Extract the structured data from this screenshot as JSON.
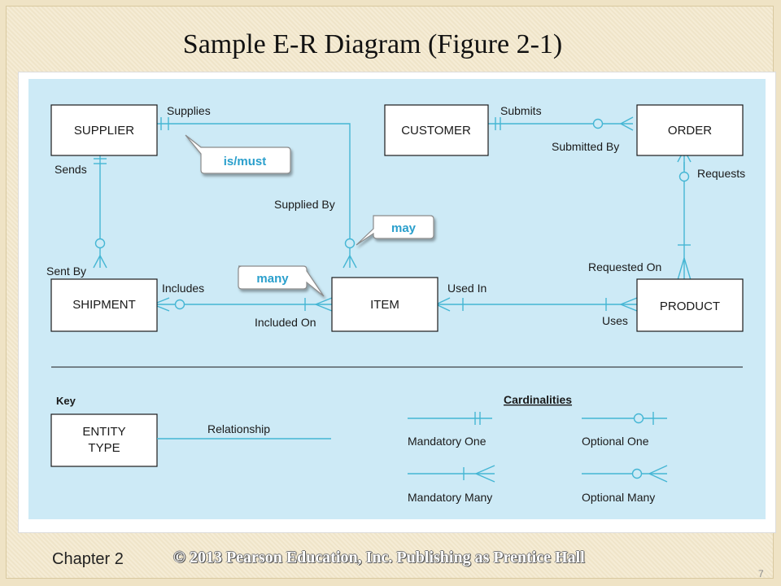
{
  "slide": {
    "title": "Sample E-R Diagram (Figure 2-1)",
    "chapter": "Chapter 2",
    "copyright": "© 2013 Pearson Education, Inc.  Publishing as Prentice Hall",
    "page_number": "7"
  },
  "diagram": {
    "entities": {
      "supplier": "SUPPLIER",
      "customer": "CUSTOMER",
      "order": "ORDER",
      "shipment": "SHIPMENT",
      "item": "ITEM",
      "product": "PRODUCT"
    },
    "relationships": {
      "supplies": "Supplies",
      "supplied_by": "Supplied By",
      "submits": "Submits",
      "submitted_by": "Submitted By",
      "sends": "Sends",
      "sent_by": "Sent By",
      "requests": "Requests",
      "requested_on": "Requested On",
      "includes": "Includes",
      "included_on": "Included On",
      "used_in": "Used In",
      "uses": "Uses"
    },
    "callouts": {
      "is_must": "is/must",
      "may": "may",
      "many": "many"
    }
  },
  "key": {
    "heading": "Key",
    "entity_type_line1": "ENTITY",
    "entity_type_line2": "TYPE",
    "relationship": "Relationship",
    "cardinalities_heading": "Cardinalities",
    "mandatory_one": "Mandatory One",
    "optional_one": "Optional One",
    "mandatory_many": "Mandatory Many",
    "optional_many": "Optional Many"
  },
  "colors": {
    "diagram_bg": "#cdeaf6",
    "line": "#45b6d4",
    "callout_text": "#2a9fcc",
    "text": "#1a1a1a"
  }
}
